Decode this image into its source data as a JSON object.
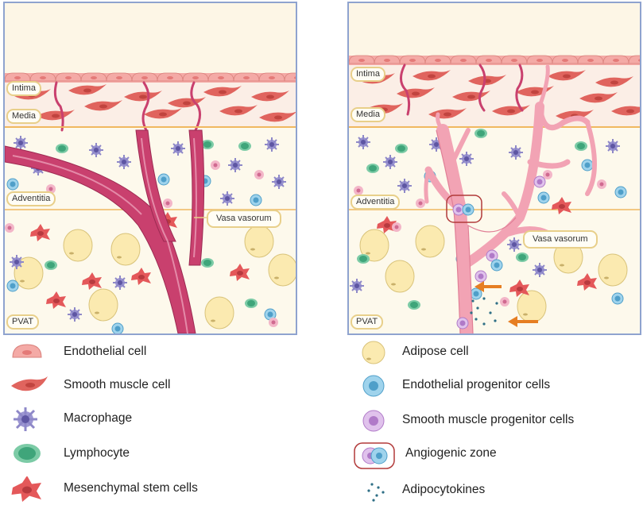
{
  "panels": {
    "left": {
      "layers": {
        "intima": "Intima",
        "media": "Media",
        "adventitia": "Adventitia",
        "pvat": "PVAT"
      },
      "callout": "Vasa vasorum"
    },
    "right": {
      "layers": {
        "intima": "Intima",
        "media": "Media",
        "adventitia": "Adventitia",
        "pvat": "PVAT"
      },
      "callout": "Vasa vasorum"
    }
  },
  "legend": {
    "left": [
      {
        "label": "Endothelial cell",
        "icon": "endothelial-cell-icon"
      },
      {
        "label": "Smooth muscle cell",
        "icon": "smooth-muscle-cell-icon"
      },
      {
        "label": "Macrophage",
        "icon": "macrophage-icon"
      },
      {
        "label": "Lymphocyte",
        "icon": "lymphocyte-icon"
      },
      {
        "label": "Mesenchymal stem cells",
        "icon": "mesenchymal-stem-cell-icon"
      }
    ],
    "right": [
      {
        "label": "Adipose cell",
        "icon": "adipose-cell-icon"
      },
      {
        "label": "Endothelial progenitor cells",
        "icon": "endothelial-progenitor-cell-icon"
      },
      {
        "label": "Smooth muscle progenitor cells",
        "icon": "smooth-muscle-progenitor-cell-icon"
      },
      {
        "label": "Angiogenic zone",
        "icon": "angiogenic-zone-icon"
      },
      {
        "label": "Adipocytokines",
        "icon": "adipocytokines-icon"
      }
    ]
  },
  "colors": {
    "panel_border": "#8fa3cf",
    "vessel": "#c9406e",
    "vessel_right": "#f2a3b4",
    "endothelium": "#f4aaa6",
    "smooth_muscle": "#e0645e",
    "adipose": "#fbeab0",
    "macrophage": "#8e88c8",
    "lymphocyte": "#4db38a",
    "progenitor_blue": "#6ab6dd",
    "progenitor_purple": "#c79ad8",
    "arrow": "#e67e22",
    "layer_line": "#f0b860"
  }
}
